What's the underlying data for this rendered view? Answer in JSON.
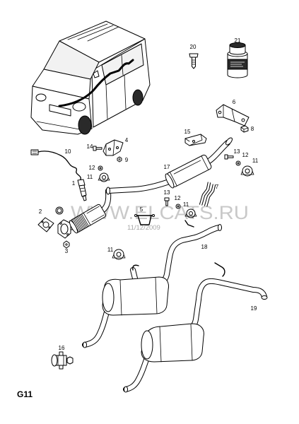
{
  "sheet": {
    "code": "G11"
  },
  "watermark": {
    "site": "WWW.ELCATS.RU",
    "date": "11/12/2009"
  },
  "callouts": [
    "20",
    "21",
    "6",
    "8",
    "15",
    "4",
    "14",
    "9",
    "10",
    "13",
    "12",
    "11",
    "12",
    "11",
    "17",
    "1",
    "7",
    "13",
    "12",
    "11",
    "2",
    "5",
    "3",
    "18",
    "11",
    "19",
    "16"
  ],
  "colors": {
    "line": "#000000",
    "watermark": "#c9c9c9",
    "background": "#ffffff"
  }
}
